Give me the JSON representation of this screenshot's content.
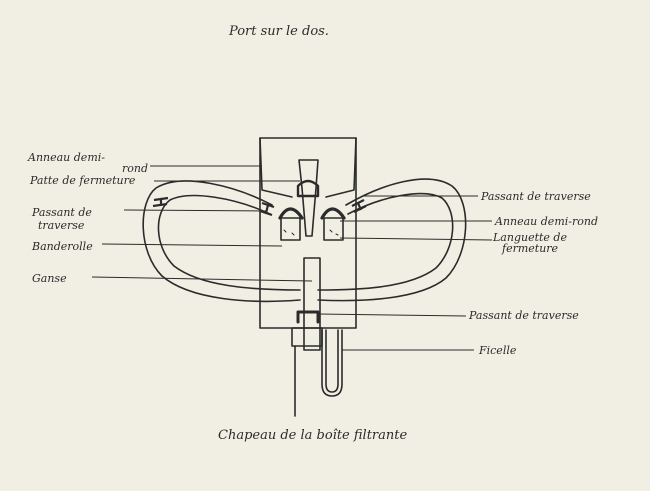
{
  "title_top": "Port sur le dos.",
  "caption": "Chapeau de la boîte filtrante",
  "labels": {
    "anneau_demi_rond_left_1": "Anneau demi-",
    "anneau_demi_rond_left_2": "rond",
    "patte_de_fermeture": "Patte de fermeture",
    "passant_de_traverse_left_1": "Passant de",
    "passant_de_traverse_left_2": "traverse",
    "banderolle": "Banderolle",
    "ganse": "Ganse",
    "passant_de_traverse_right_top": "Passant de traverse",
    "anneau_demi_rond_right": "Anneau demi-rond",
    "languette_de_fermeture_1": "Languette de",
    "languette_de_fermeture_2": "fermeture",
    "passant_de_traverse_right_bottom": "Passant de traverse",
    "ficelle": "Ficelle"
  },
  "colors": {
    "paper": "#f1efe3",
    "ink": "#2b2b2b"
  }
}
